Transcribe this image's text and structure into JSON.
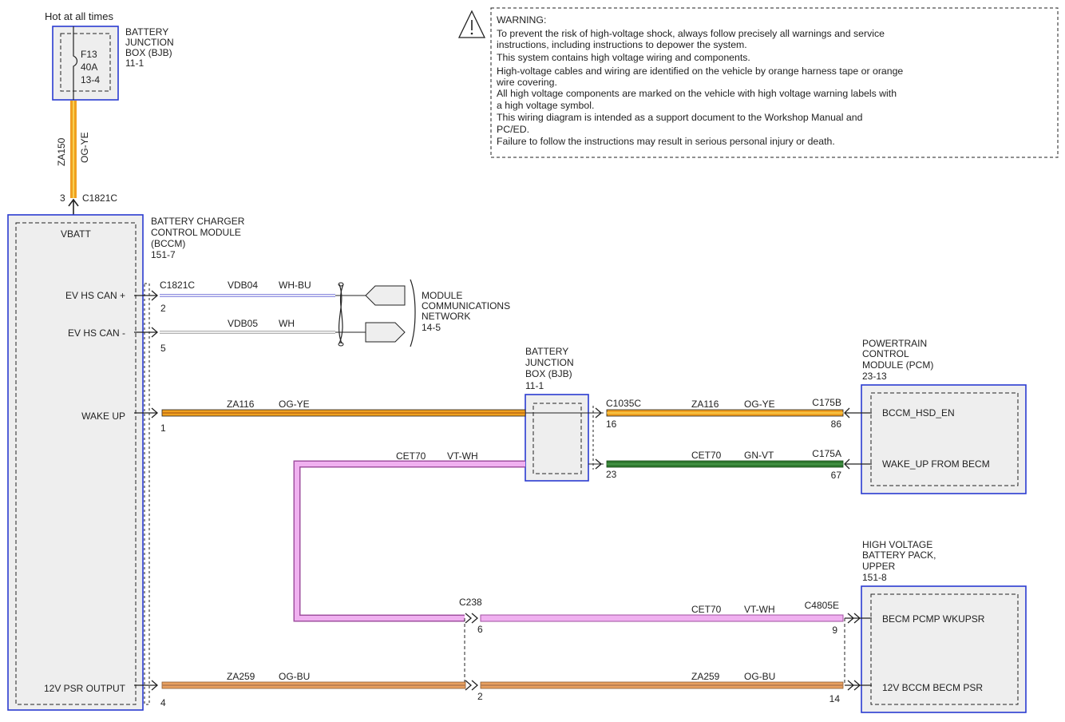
{
  "colors": {
    "box_border": "#2a3bd1",
    "box_fill": "#eeeeee",
    "wire_og_ye": "#f0a020",
    "wire_og_ye_inner": "#f8d050",
    "wire_og_bu": "#e8a060",
    "wire_og_bu_inner": "#b07850",
    "wire_vt_wh": "#f0b0f0",
    "wire_vt_wh_edge": "#a050a0",
    "wire_gn_vt": "#2f7a30",
    "wire_wh_bu": "#9090e0",
    "wire_wh": "#b0b0b0",
    "line": "#222222"
  },
  "icons": [
    "warning-triangle-icon",
    "fuse-icon",
    "connector-arrow-icon",
    "twisted-pair-icon",
    "network-connector-icon"
  ],
  "top_bjb": {
    "hot_label": "Hot at all times",
    "title_lines": [
      "BATTERY",
      "JUNCTION",
      "BOX (BJB)",
      "11-1"
    ],
    "fuse": [
      "F13",
      "40A",
      "13-4"
    ]
  },
  "feed_wire": {
    "circuit": "ZA150",
    "color": "OG-YE",
    "pin": "3",
    "connector": "C1821C"
  },
  "warning": {
    "lines": [
      "WARNING:",
      "To prevent the risk of high-voltage shock, always follow precisely all warnings and service",
      "instructions, including instructions to depower the system.",
      "This system contains high voltage wiring and components.",
      "High-voltage cables and wiring are identified on the vehicle by orange harness tape or orange",
      "wire covering.",
      "All high voltage components are marked on the vehicle with high voltage warning labels with",
      "a high voltage symbol.",
      "This wiring diagram is intended as a support document to the Workshop Manual and",
      "PC/ED.",
      "Failure to follow the instructions may result in serious personal injury or death."
    ]
  },
  "bccm": {
    "title_lines": [
      "BATTERY CHARGER",
      "CONTROL MODULE",
      "(BCCM)",
      "151-7"
    ],
    "pins": {
      "vbatt": "VBATT",
      "can_plus": "EV HS CAN +",
      "can_minus": "EV HS CAN -",
      "wake_up": "WAKE UP",
      "psr": "12V PSR OUTPUT"
    }
  },
  "can": {
    "connector": "C1821C",
    "plus": {
      "circuit": "VDB04",
      "color": "WH-BU",
      "pin": "2"
    },
    "minus": {
      "circuit": "VDB05",
      "color": "WH",
      "pin": "5"
    },
    "network_lines": [
      "MODULE",
      "COMMUNICATIONS",
      "NETWORK",
      "14-5"
    ]
  },
  "mid_bjb": {
    "title_lines": [
      "BATTERY",
      "JUNCTION",
      "BOX (BJB)",
      "11-1"
    ]
  },
  "wake_wire": {
    "left": {
      "circuit": "ZA116",
      "color": "OG-YE",
      "pin": "1"
    },
    "right": {
      "connector": "C1035C",
      "pin": "16",
      "circuit": "ZA116",
      "color": "OG-YE",
      "pcm_connector": "C175B",
      "pcm_pin": "86"
    }
  },
  "cet_wire": {
    "left": {
      "circuit": "CET70",
      "color": "VT-WH"
    },
    "right": {
      "pin": "23",
      "circuit": "CET70",
      "color": "GN-VT",
      "pcm_connector": "C175A",
      "pcm_pin": "67"
    }
  },
  "pcm": {
    "title_lines": [
      "POWERTRAIN",
      "CONTROL",
      "MODULE (PCM)",
      "23-13"
    ],
    "pins": {
      "hsd": "BCCM_HSD_EN",
      "wake": "WAKE_UP FROM BECM"
    }
  },
  "hv_pack": {
    "title_lines": [
      "HIGH VOLTAGE",
      "BATTERY PACK,",
      "UPPER",
      "151-8"
    ],
    "pins": {
      "wkupsr": "BECM PCMP WKUPSR",
      "psr": "12V BCCM BECM PSR"
    }
  },
  "c238": {
    "connector": "C238",
    "pin_top": "6",
    "pin_bottom": "2"
  },
  "hv_wake_wire": {
    "circuit": "CET70",
    "color": "VT-WH",
    "connector": "C4805E",
    "pin": "9"
  },
  "psr_wire": {
    "left": {
      "circuit": "ZA259",
      "color": "OG-BU",
      "pin": "4"
    },
    "right": {
      "circuit": "ZA259",
      "color": "OG-BU",
      "pin": "14"
    }
  }
}
